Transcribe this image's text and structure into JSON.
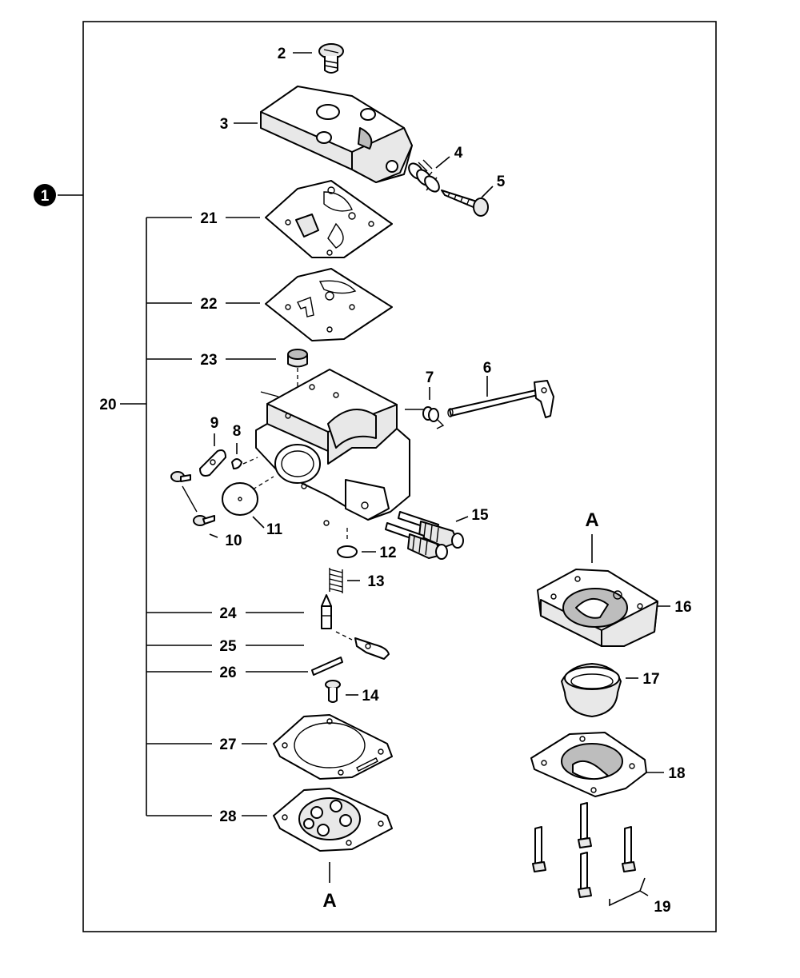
{
  "assembly_callout": "1",
  "labels": {
    "p2": "2",
    "p3": "3",
    "p4": "4",
    "p5": "5",
    "p6": "6",
    "p7": "7",
    "p8": "8",
    "p9": "9",
    "p10": "10",
    "p11": "11",
    "p12": "12",
    "p13": "13",
    "p14": "14",
    "p15": "15",
    "p16": "16",
    "p17": "17",
    "p18": "18",
    "p19": "19",
    "p20": "20",
    "p21": "21",
    "p22": "22",
    "p23": "23",
    "p24": "24",
    "p25": "25",
    "p26": "26",
    "p27": "27",
    "p28": "28"
  },
  "section_markers": {
    "top": "A",
    "bottom": "A"
  },
  "colors": {
    "line": "#000000",
    "background": "#ffffff",
    "shade": "#e8e8e8"
  }
}
